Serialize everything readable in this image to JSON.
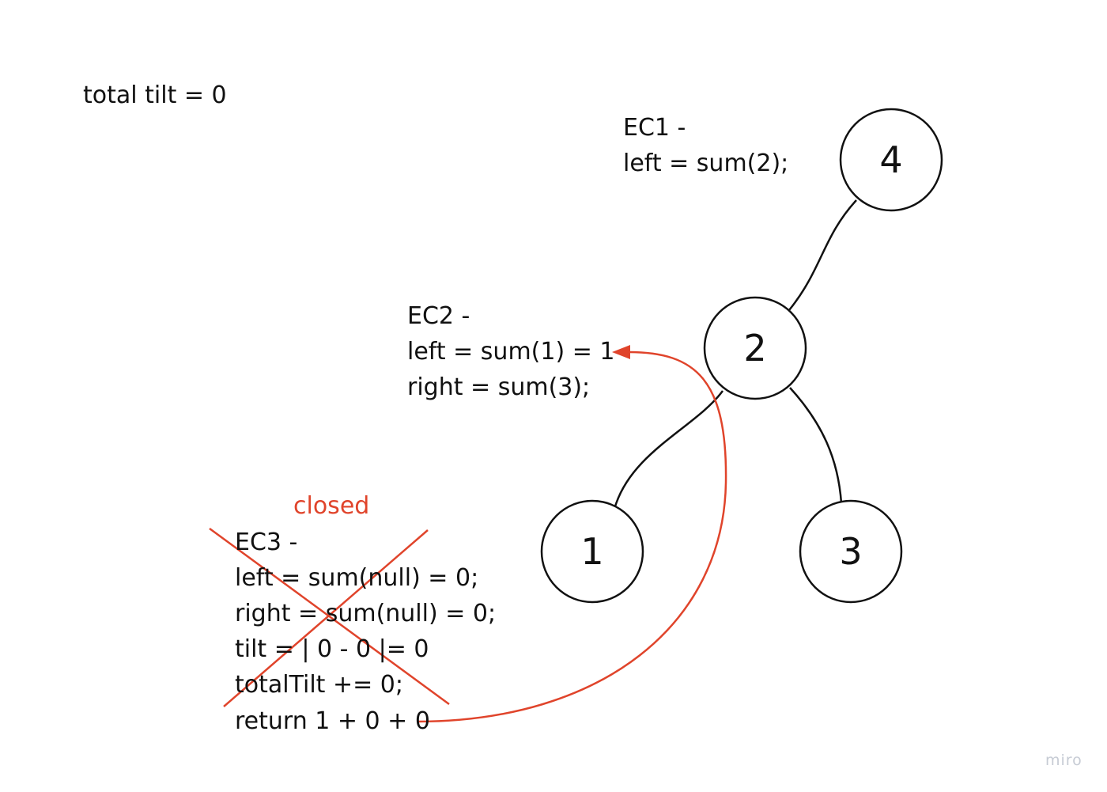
{
  "colors": {
    "ink": "#111111",
    "accent": "#e0442b",
    "brand": "#c6cbd4"
  },
  "total_tilt": "total tilt = 0",
  "nodes": [
    {
      "id": "4",
      "label": "4"
    },
    {
      "id": "2",
      "label": "2"
    },
    {
      "id": "1",
      "label": "1"
    },
    {
      "id": "3",
      "label": "3"
    }
  ],
  "ec1": {
    "lines": [
      "EC1 -",
      "left = sum(2);"
    ]
  },
  "ec2": {
    "lines": [
      "EC2 -",
      "left = sum(1) = 1",
      "right = sum(3);"
    ]
  },
  "ec3": {
    "status": "closed",
    "lines": [
      "EC3 -",
      "left = sum(null) = 0;",
      "right = sum(null) = 0;",
      "tilt = | 0 - 0 |= 0",
      "totalTilt += 0;",
      "return 1 + 0 + 0"
    ]
  },
  "brand": "miro"
}
